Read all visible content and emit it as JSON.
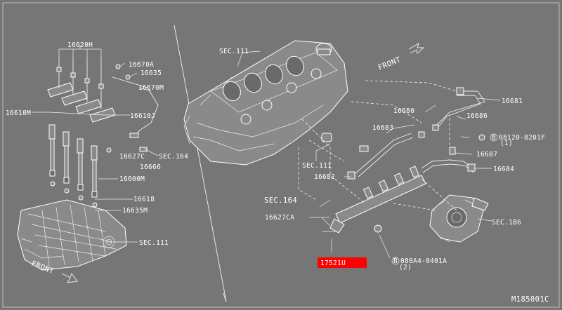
{
  "labels": {
    "p16620H": "16620H",
    "p16670A": "16670A",
    "p16635": "16635",
    "p16670M": "16670M",
    "p16610M": "16610M",
    "p16610J": "16610J",
    "p16627C": "16627C",
    "sec164a": "SEC.164",
    "p16666": "16666",
    "p16600M": "16600M",
    "p16618": "16618",
    "p16635M": "16635M",
    "sec111a": "SEC.111",
    "front_left": "FRONT",
    "sec111b": "SEC.111",
    "front_right": "FRONT",
    "p16681": "16681",
    "p16680": "16680",
    "p16686": "16686",
    "p16683": "16683",
    "bolt1": "08120-8201F",
    "bolt1_qty": "(1)",
    "p16687": "16687",
    "sec111c": "SEC.111",
    "p16682": "16682",
    "p16684": "16684",
    "sec164b": "SEC.164",
    "p16627CA": "16627CA",
    "sec186": "SEC.186",
    "p17521U": "17521U",
    "bolt2": "080A4-0401A",
    "bolt2_qty": "(2)",
    "circle_b": "B",
    "diagram_id": "M185001C"
  },
  "colors": {
    "background": "#767676",
    "linework": "#f2f2f2",
    "highlight": "#ff0000"
  }
}
